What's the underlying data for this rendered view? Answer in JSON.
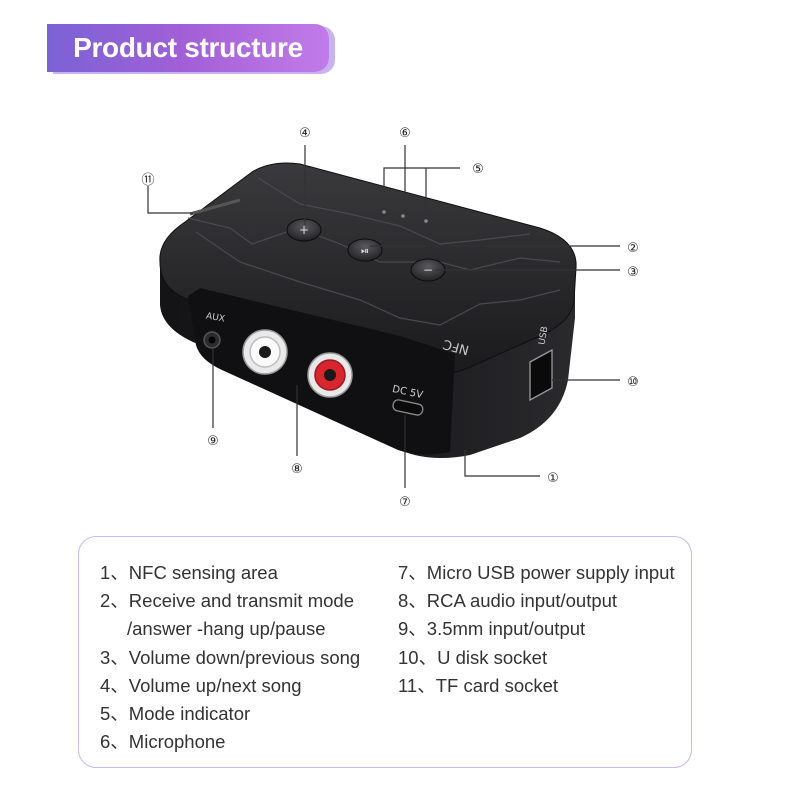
{
  "header": {
    "title": "Product structure"
  },
  "device_labels": {
    "aux": "AUX",
    "nfc": "NFC",
    "dc": "DC 5V",
    "usb": "USB"
  },
  "callouts": [
    "④",
    "⑥",
    "⑤",
    "⑪",
    "②",
    "③",
    "⑩",
    "⑨",
    "⑧",
    "①",
    "⑦"
  ],
  "legend": {
    "left": [
      {
        "num": "1、",
        "text": "NFC sensing area"
      },
      {
        "num": "2、",
        "text": "Receive and transmit mode"
      },
      {
        "num": "",
        "text": "/answer -hang up/pause"
      },
      {
        "num": "3、",
        "text": "Volume down/previous song"
      },
      {
        "num": "4、",
        "text": "Volume up/next song"
      },
      {
        "num": "5、",
        "text": "Mode indicator"
      },
      {
        "num": "6、",
        "text": "Microphone"
      }
    ],
    "right": [
      {
        "num": "7、",
        "text": "Micro USB power supply input"
      },
      {
        "num": "8、",
        "text": "RCA audio input/output"
      },
      {
        "num": "9、",
        "text": "3.5mm input/output"
      },
      {
        "num": "10、",
        "text": "U disk socket"
      },
      {
        "num": "11、",
        "text": "TF card socket"
      }
    ]
  },
  "colors": {
    "accent_start": "#7a63d6",
    "accent_end": "#c27ce9",
    "device": "#1c1c1e",
    "rca_left": "#f2f2f2",
    "rca_right": "#d8262e"
  }
}
